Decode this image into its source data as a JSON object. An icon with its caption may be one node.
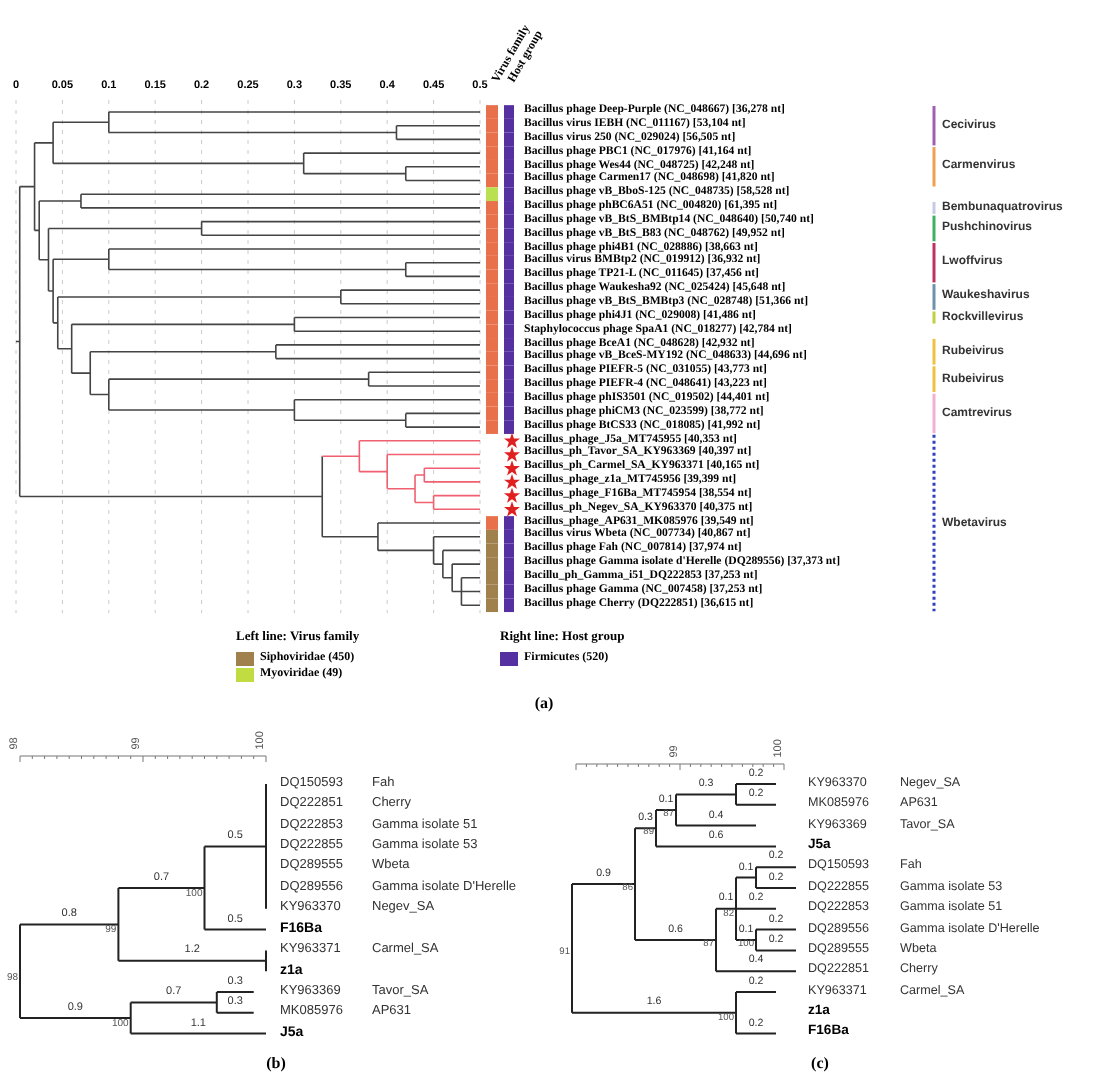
{
  "diagram": {
    "labels": [
      "0",
      "0.05",
      "0.1",
      "0.15",
      "0.2",
      "0.25",
      "0.3",
      "0.35",
      "0.4",
      "0.45",
      "0.5",
      "Virus family",
      "Host group",
      "Bacillus phage Deep-Purple (NC_048667) [36,278 nt]",
      "Bacillus virus IEBH (NC_011167) [53,104 nt]",
      "Bacillus virus 250 (NC_029024) [56,505 nt]",
      "Bacillus phage PBC1 (NC_017976) [41,164 nt]",
      "Bacillus phage Wes44 (NC_048725) [42,248 nt]",
      "Bacillus phage Carmen17 (NC_048698) [41,820 nt]",
      "Bacillus phage vB_BboS-125 (NC_048735) [58,528 nt]",
      "Bacillus phage phBC6A51 (NC_004820) [61,395 nt]",
      "Bacillus phage vB_BtS_BMBtp14 (NC_048640) [50,740 nt]",
      "Bacillus phage vB_BtS_B83 (NC_048762) [49,952 nt]",
      "Bacillus phage phi4B1 (NC_028886) [38,663 nt]",
      "Bacillus virus BMBtp2 (NC_019912) [36,932 nt]",
      "Bacillus phage TP21-L (NC_011645) [37,456 nt]",
      "Bacillus phage Waukesha92 (NC_025424) [45,648 nt]",
      "Bacillus phage vB_BtS_BMBtp3 (NC_028748) [51,366 nt]",
      "Bacillus phage phi4J1 (NC_029008) [41,486 nt]",
      "Staphylococcus phage SpaA1 (NC_018277) [42,784 nt]",
      "Bacillus phage BceA1 (NC_048628) [42,932 nt]",
      "Bacillus phage vB_BceS-MY192 (NC_048633) [44,696 nt]",
      "Bacillus phage PIEFR-5 (NC_031055) [43,773 nt]",
      "Bacillus phage PIEFR-4 (NC_048641) [43,223 nt]",
      "Bacillus phage phIS3501 (NC_019502) [44,401 nt]",
      "Bacillus phage phiCM3 (NC_023599) [38,772 nt]",
      "Bacillus phage BtCS33 (NC_018085) [41,992 nt]",
      "Bacillus_phage_J5a_MT745955 [40,353 nt]",
      "Bacillus_ph_Tavor_SA_KY963369 [40,397 nt]",
      "Bacillus_ph_Carmel_SA_KY963371 [40,165 nt]",
      "Bacillus_phage_z1a_MT745956 [39,399 nt]",
      "Bacillus_phage_F16Ba_MT745954 [38,554 nt]",
      "Bacillus_ph_Negev_SA_KY963370 [40,375 nt]",
      "Bacillus_phage_AP631_MK085976 [39,549 nt]",
      "Bacillus virus Wbeta (NC_007734) [40,867 nt]",
      "Bacillus phage Fah (NC_007814) [37,974 nt]",
      "Bacillus phage Gamma isolate d'Herelle (DQ289556) [37,373 nt]",
      "Bacillu_ph_Gamma_i51_DQ222853 [37,253 nt]",
      "Bacillus phage Gamma (NC_007458) [37,253 nt]",
      "Bacillus phage Cherry (DQ222851) [36,615 nt]",
      "Cecivirus",
      "Carmenvirus",
      "Bembunaquatrovirus",
      "Pushchinovirus",
      "Lwoffvirus",
      "Waukeshavirus",
      "Rockvillevirus",
      "Rubeivirus",
      "Rubeivirus",
      "Camtrevirus",
      "Wbetavirus",
      "Left line: Virus family",
      "Right line: Host group",
      "(a)",
      "98",
      "99",
      "100",
      "DQ150593",
      "Fah",
      "DQ222851",
      "Cherry",
      "DQ222853",
      "Gamma isolate 51",
      "DQ222855",
      "Gamma isolate 53",
      "DQ289555",
      "Wbeta",
      "DQ289556",
      "Gamma isolate D'Herelle",
      "KY963370",
      "Negev_SA",
      "F16Ba",
      "KY963371",
      "Carmel_SA",
      "z1a",
      "KY963369",
      "Tavor_SA",
      "MK085976",
      "AP631",
      "J5a",
      "0.5",
      "0.7",
      "100",
      "0.5",
      "0.8",
      "99",
      "1.2",
      "98",
      "0.3",
      "0.7",
      "0.3",
      "0.9",
      "100",
      "1.1",
      "(b)",
      "99",
      "100",
      "KY963370",
      "Negev_SA",
      "MK085976",
      "AP631",
      "KY963369",
      "Tavor_SA",
      "J5a",
      "DQ150593",
      "Fah",
      "DQ222855",
      "Gamma isolate 53",
      "DQ222853",
      "Gamma isolate 51",
      "DQ289556",
      "Gamma isolate D'Herelle",
      "DQ289555",
      "Wbeta",
      "DQ222851",
      "Cherry",
      "KY963371",
      "Carmel_SA",
      "z1a",
      "F16Ba",
      "0.2",
      "0.3",
      "0.2",
      "0.1",
      "0.3",
      "87",
      "0.4",
      "89",
      "0.6",
      "0.9",
      "86",
      "0.2",
      "0.1",
      "0.2",
      "0.1",
      "82",
      "0.2",
      "0.1",
      "100",
      "0.2",
      "0.2",
      "0.6",
      "87",
      "0.4",
      "91",
      "1.6",
      "0.2",
      "100",
      "0.2",
      "(c)"
    ],
    "legend": [
      {
        "text": "Siphoviridae (450)",
        "color": "#a0804c"
      },
      {
        "text": "Myoviridae (49)",
        "color": "#c0dc40"
      },
      {
        "text": "Firmicutes (520)",
        "color": "#5530a0"
      }
    ]
  }
}
